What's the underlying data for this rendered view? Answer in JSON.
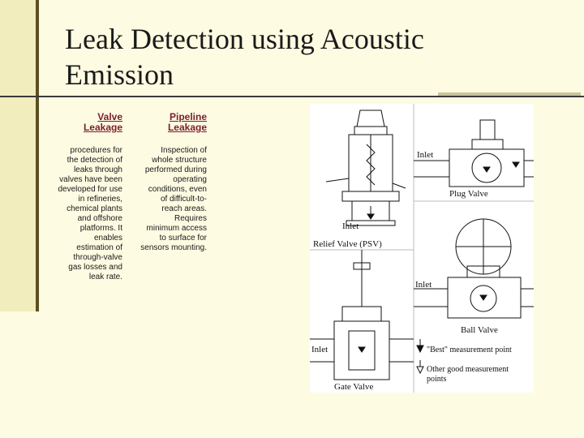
{
  "slide": {
    "title_lines": [
      "Leak Detection using Acoustic",
      "Emission"
    ]
  },
  "valve_column": {
    "heading_lines": [
      "Valve",
      "Leakage"
    ],
    "body_lines": [
      "procedures for",
      "the detection of",
      "leaks through",
      "valves have been",
      "developed for use",
      "in refineries,",
      "chemical plants",
      "and offshore",
      "platforms. It",
      "enables",
      "estimation of",
      "through-valve",
      "gas losses and",
      "leak rate."
    ]
  },
  "pipeline_column": {
    "heading_lines": [
      "Pipeline",
      "Leakage"
    ],
    "body_lines": [
      "Inspection of",
      "whole structure",
      "performed during",
      "operating",
      "conditions, even",
      "of difficult-to-",
      "reach areas.",
      "Requires",
      "minimum access",
      "to surface for",
      "sensors mounting."
    ]
  },
  "diagram": {
    "relief_valve": {
      "name": "Relief Valve (PSV)",
      "inlet": "Inlet"
    },
    "plug_valve": {
      "name": "Plug Valve",
      "inlet": "Inlet"
    },
    "ball_valve": {
      "name": "Ball Valve",
      "inlet": "Inlet"
    },
    "gate_valve": {
      "name": "Gate Valve",
      "inlet": "Inlet"
    },
    "legend": {
      "best_point": "\"Best\" measurement point",
      "other_points_lines": [
        "Other good measurement",
        "points"
      ]
    }
  }
}
